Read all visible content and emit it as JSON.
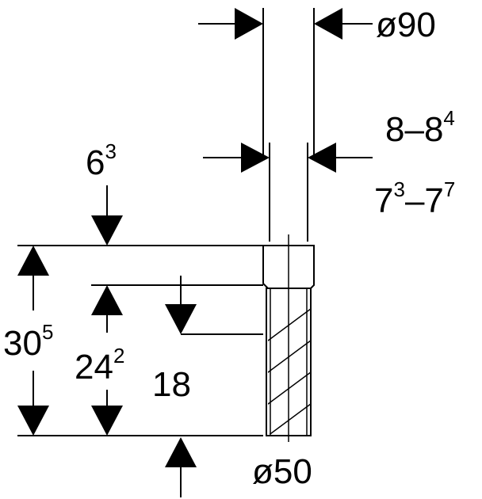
{
  "dimensions": {
    "top_diameter": "ø90",
    "neck_outer": {
      "base": "8–8",
      "sup": "4"
    },
    "neck_inner": {
      "base_a": "7",
      "sup_a": "3",
      "dash": "–7",
      "sup_b": "7"
    },
    "collar_height": {
      "base": "6",
      "sup": "3"
    },
    "total_height": {
      "base": "30",
      "sup": "5"
    },
    "inner_height": {
      "base": "24",
      "sup": "2"
    },
    "insertion_depth": "18",
    "bottom_diameter": "ø50"
  }
}
